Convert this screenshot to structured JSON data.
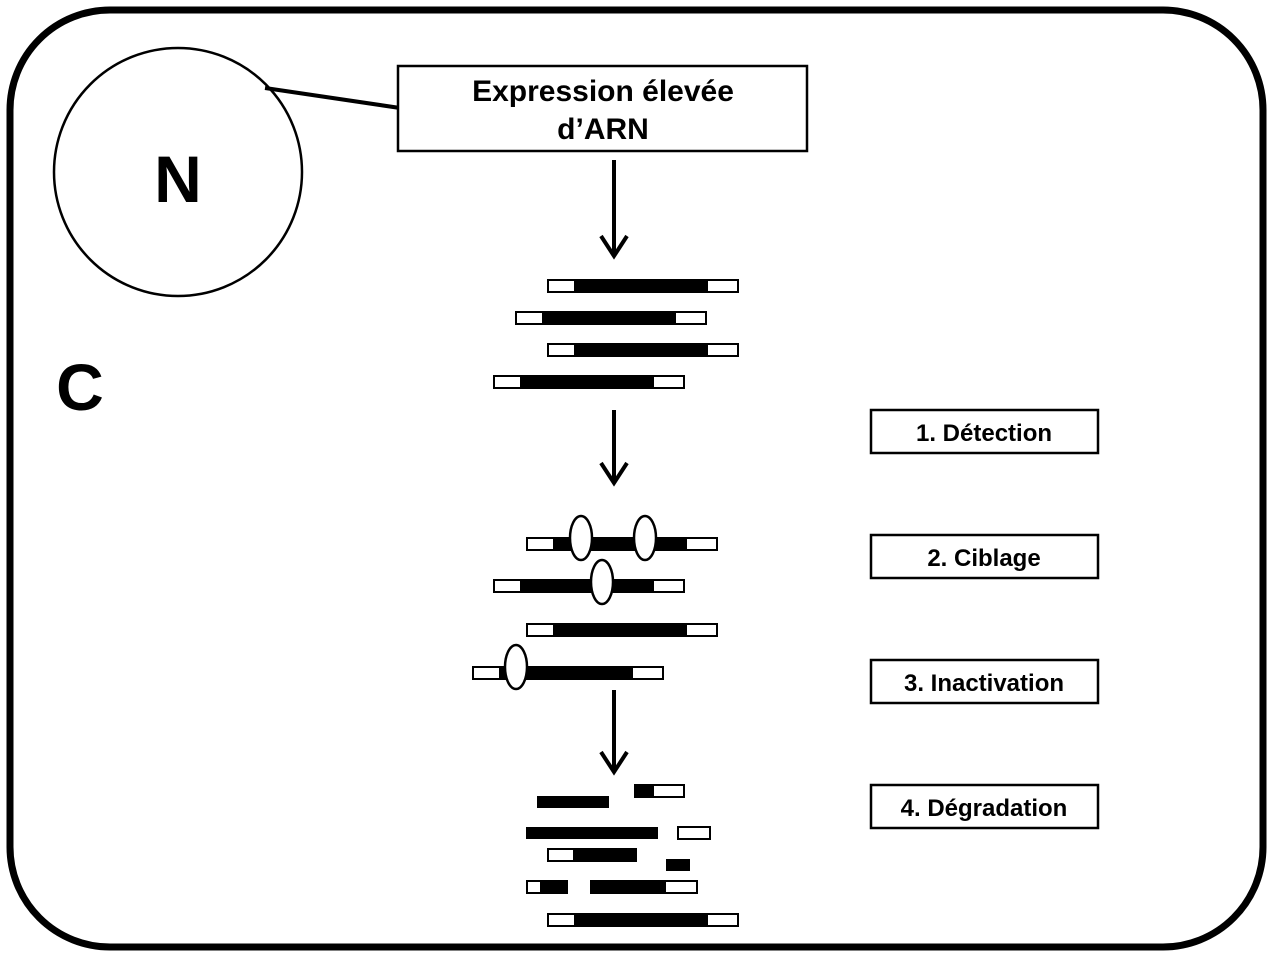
{
  "diagram": {
    "nucleus_label": "N",
    "cytoplasm_label": "C",
    "top_box": {
      "line1": "Expression élevée",
      "line2": "d’ARN"
    },
    "steps": [
      {
        "label": "1. Détection"
      },
      {
        "label": "2. Ciblage"
      },
      {
        "label": "3. Inactivation"
      },
      {
        "label": "4. Dégradation"
      }
    ],
    "colors": {
      "stroke": "#000000",
      "fill": "#ffffff",
      "rna_body": "#000000"
    }
  }
}
